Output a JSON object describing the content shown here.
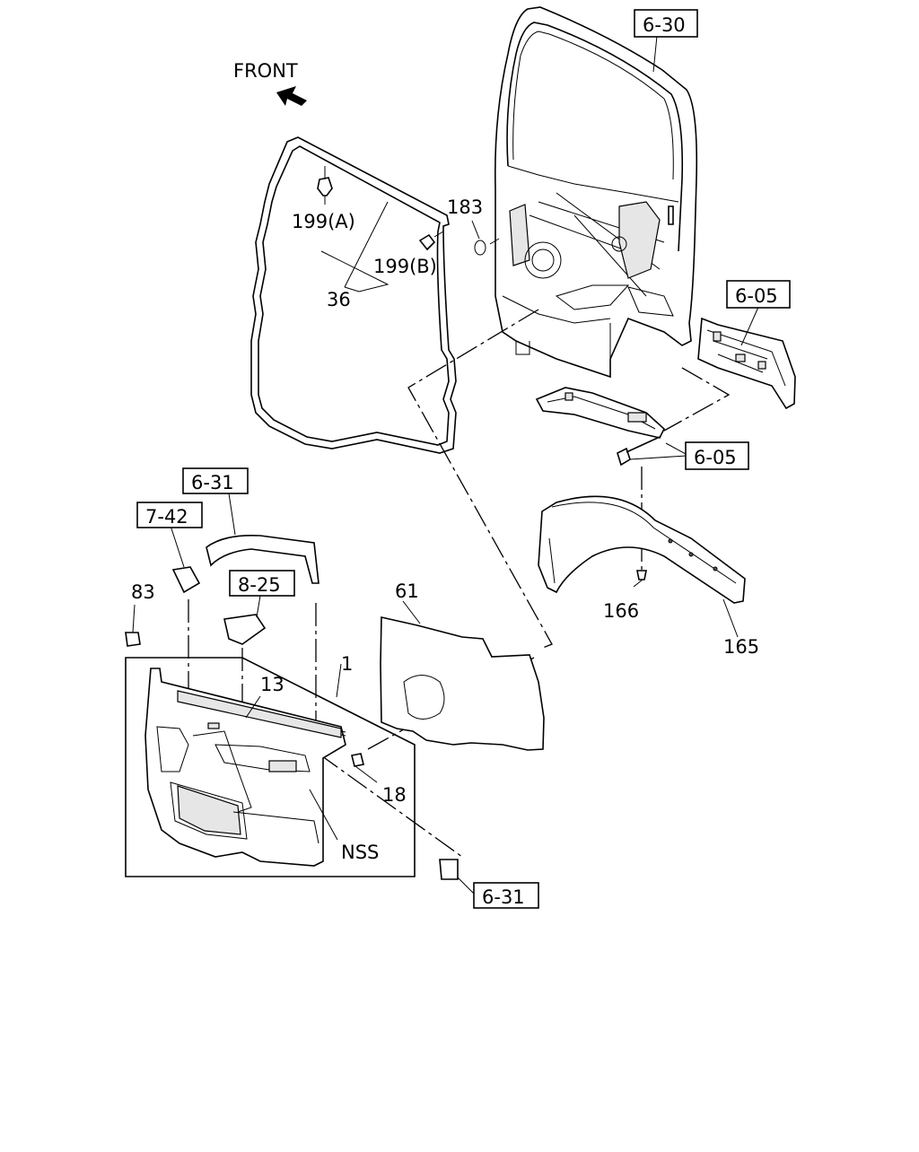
{
  "front_label": "FRONT",
  "refs": {
    "r630": "6-30",
    "r605a": "6-05",
    "r605b": "6-05",
    "r631a": "6-31",
    "r742": "7-42",
    "r825": "8-25",
    "r631b": "6-31"
  },
  "parts": {
    "p199a": "199(A)",
    "p199b": "199(B)",
    "p36": "36",
    "p183": "183",
    "p83": "83",
    "p61": "61",
    "p1": "1",
    "p13": "13",
    "p18": "18",
    "pnss": "NSS",
    "p166": "166",
    "p165": "165"
  }
}
